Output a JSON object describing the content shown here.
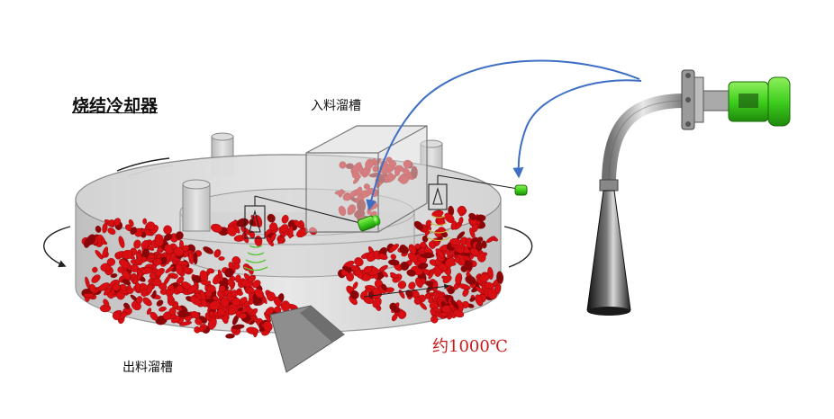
{
  "labels": {
    "title": "烧结冷却器",
    "feed_chute": "入料溜槽",
    "discharge_chute": "出料溜槽",
    "temperature": "约1000℃"
  },
  "colors": {
    "ore": "#d80e12",
    "ore_dark": "#8a0508",
    "vessel": "#c9c9c9",
    "sensor_green": "#3fcf1e",
    "signal_arrow": "#3e6fc4",
    "horn": "#2b2b2b",
    "temperature_text": "#cc1a1a"
  },
  "icons": [
    "radar-level-sensor-icon",
    "horn-antenna-icon",
    "flange-icon",
    "rotation-arrow-icon"
  ]
}
